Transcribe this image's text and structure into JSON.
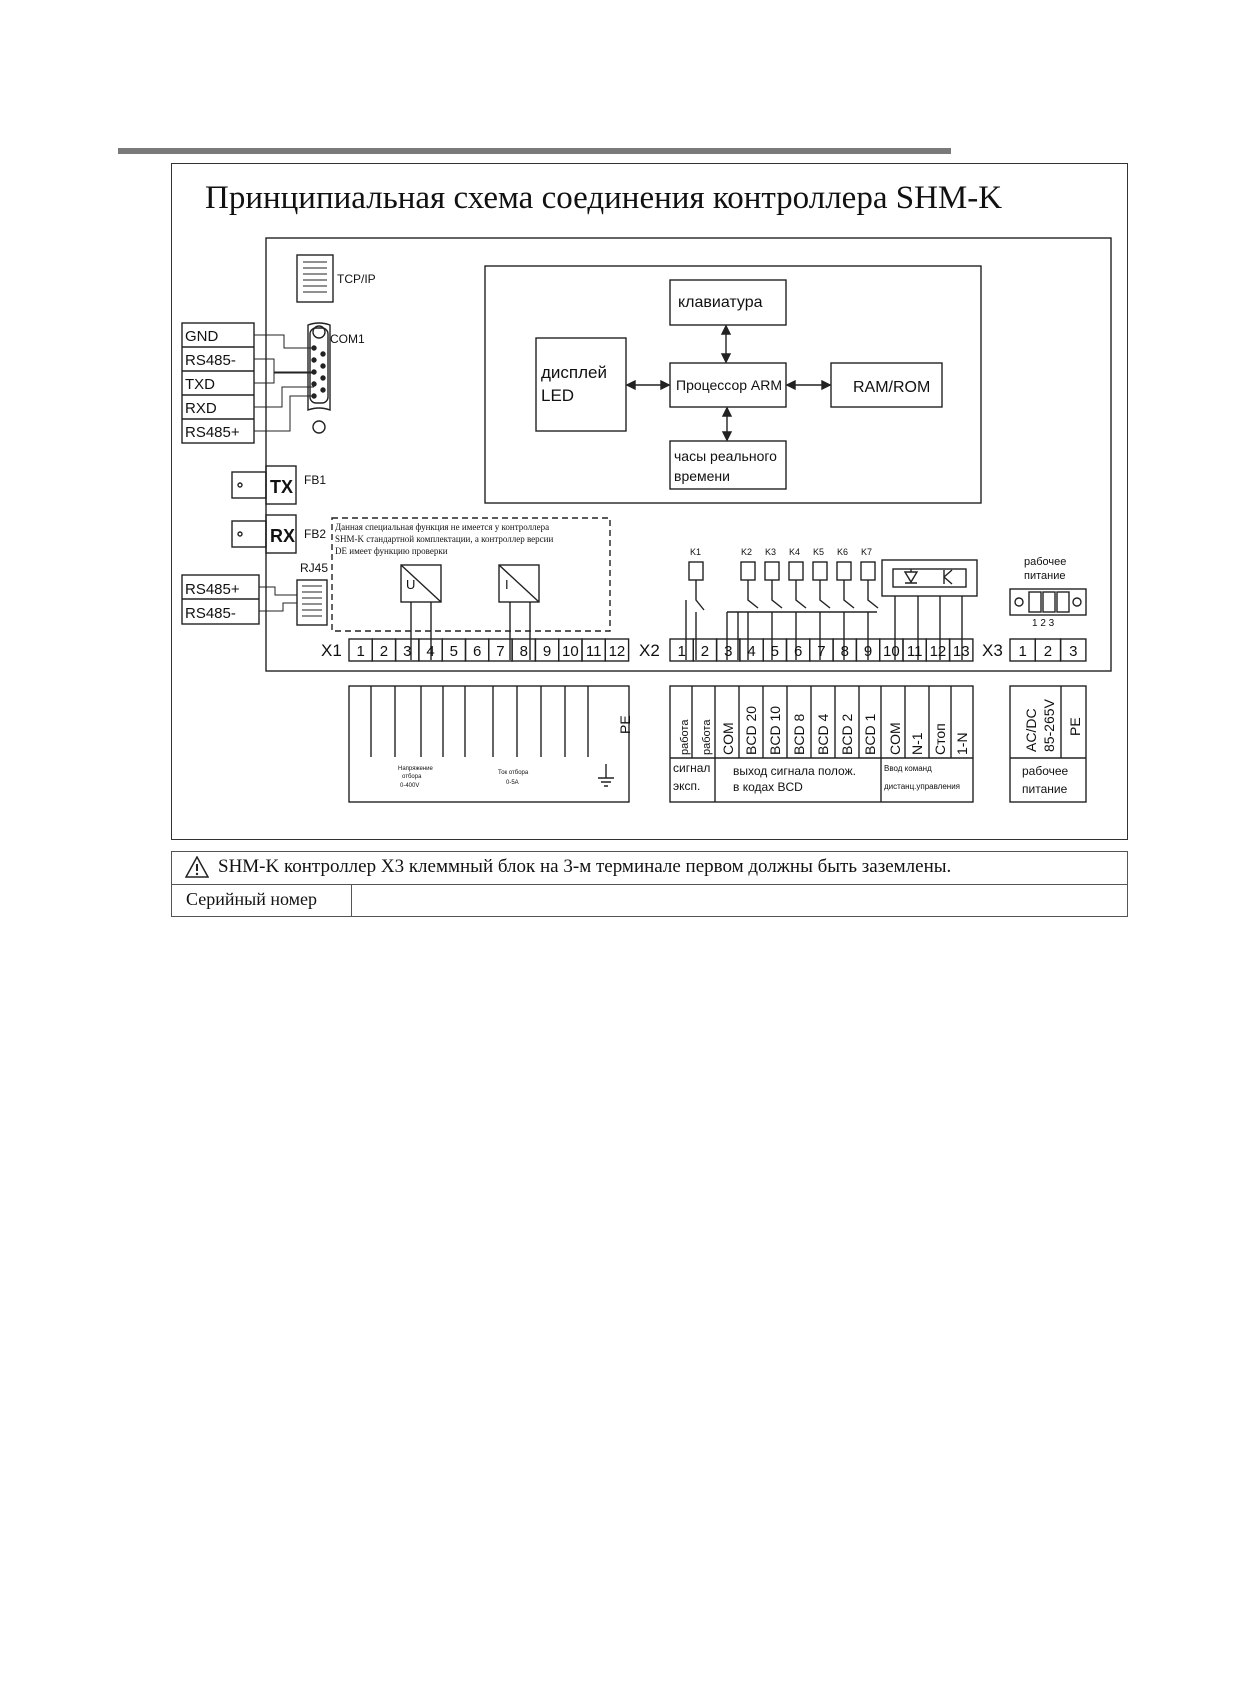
{
  "title": "Принципиальная схема соединения контроллера SHM-K",
  "ports": {
    "tcpip": "TCP/IP",
    "com1": "COM1",
    "rj45": "RJ45",
    "fb1": "FB1",
    "fb2": "FB2",
    "tx": "TX",
    "rx": "RX"
  },
  "com1_signals": [
    "GND",
    "RS485-",
    "TXD",
    "RXD",
    "RS485+"
  ],
  "rj45_signals": [
    "RS485+",
    "RS485-"
  ],
  "blocks": {
    "keyboard": "клавиатура",
    "display_1": "дисплей",
    "display_2": "LED",
    "cpu": "Процессор ARM",
    "memory": "RAM/ROM",
    "clock_1": "часы реального",
    "clock_2": "времени"
  },
  "note": {
    "line1": "Данная специальная функция не имеется у контроллера",
    "line2": "SHM-K стандартной комплектации, а контроллер версии",
    "line3": "DE имеет функцию проверки"
  },
  "sensors": {
    "voltage": "U",
    "current": "I"
  },
  "relays": [
    "K1",
    "K2",
    "K3",
    "K4",
    "K5",
    "K6",
    "K7"
  ],
  "power_top": {
    "line1": "рабочее",
    "line2": "питание",
    "pins": "1  2  3"
  },
  "x1": {
    "label": "X1",
    "terminals": [
      "1",
      "2",
      "3",
      "4",
      "5",
      "6",
      "7",
      "8",
      "9",
      "10",
      "11",
      "12"
    ],
    "pe": "PE",
    "voltage_1": "Напряжение",
    "voltage_2": "отбора",
    "voltage_3": "0-400V",
    "current_1": "Ток отбора",
    "current_2": "0-5A"
  },
  "x2": {
    "label": "X2",
    "terminals": [
      "1",
      "2",
      "3",
      "4",
      "5",
      "6",
      "7",
      "8",
      "9",
      "10",
      "11",
      "12",
      "13"
    ],
    "vertical": [
      "работа",
      "работа",
      "COM",
      "BCD 20",
      "BCD 10",
      "BCD 8",
      "BCD 4",
      "BCD 2",
      "BCD 1",
      "COM",
      "N-1",
      "Стоп",
      "1-N"
    ],
    "group1_1": "сигнал",
    "group1_2": "эксп.",
    "group2_1": "выход сигнала полож.",
    "group2_2": "в кодах BCD",
    "group3_1": "Ввод команд",
    "group3_2": "дистанц.управления"
  },
  "x3": {
    "label": "X3",
    "terminals": [
      "1",
      "2",
      "3"
    ],
    "vertical": [
      "AC/DC\n85-265V",
      "PE"
    ],
    "caption_1": "рабочее",
    "caption_2": "питание"
  },
  "warning": "SHM-K контроллер X3 клеммный блок на 3-м терминале первом должны быть заземлены.",
  "serial_label": "Серийный номер",
  "serial_value": ""
}
